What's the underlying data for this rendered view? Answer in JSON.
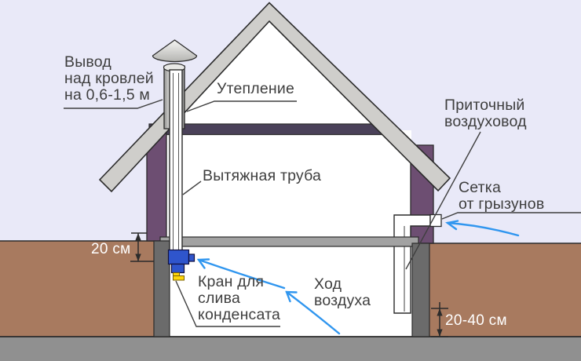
{
  "diagram": {
    "subject": "house-ventilation-cross-section",
    "labels": {
      "roof_outlet": {
        "lines": [
          "Вывод",
          "над кровлей",
          "на 0,6-1,5 м"
        ]
      },
      "insulation": {
        "text": "Утепление"
      },
      "exhaust_pipe": {
        "text": "Вытяжная труба"
      },
      "supply_duct": {
        "lines": [
          "Приточный",
          "воздуховод"
        ]
      },
      "rodent_mesh": {
        "lines": [
          "Сетка",
          "от грызунов"
        ]
      },
      "drain_valve": {
        "lines": [
          "Кран для",
          "слива",
          "конденсата"
        ]
      },
      "air_flow": {
        "lines": [
          "Ход",
          "воздуха"
        ]
      },
      "dim_pipe_below_ceiling": "20 см",
      "dim_duct_above_floor": "20-40 см"
    },
    "colors": {
      "sky": "#e9e9f8",
      "roof": "#cfcecb",
      "wall_purple": "#6d4e72",
      "attic_beam": "#4a4159",
      "ceiling_beam": "#a2a2a2",
      "basement_wall": "#6b6b6b",
      "ground_brown": "#a87a5f",
      "base_gray": "#909090",
      "pipe_white": "#ffffff",
      "arrow_blue": "#3096ef",
      "valve_blue": "#2f55cc",
      "tap_yellow": "#ffd60a",
      "label_text": "#3e3e3e",
      "outline": "#2b2b2b"
    }
  }
}
